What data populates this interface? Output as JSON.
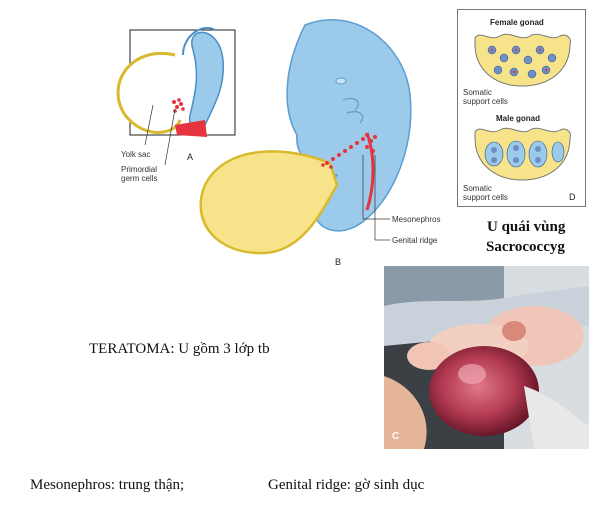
{
  "figure": {
    "labels": {
      "yolk_sac": "Yolk sac",
      "primordial_germ_cells": [
        "Primordial",
        "germ cells"
      ],
      "panel_a": "A",
      "panel_b": "B",
      "mesonephros": "Mesonephros",
      "genital_ridge": "Genital ridge"
    },
    "gonads": {
      "female_title": "Female gonad",
      "male_title": "Male gonad",
      "somatic_female": [
        "Somatic",
        "support cells"
      ],
      "somatic_male": [
        "Somatic",
        "support cells"
      ],
      "panel_d": "D"
    }
  },
  "heading": {
    "line1": "U quái vùng",
    "line2": "Sacrococcyg"
  },
  "photo": {
    "panel_c": "C"
  },
  "teratoma_text": "TERATOMA: U gồm 3 lớp tb",
  "footer": {
    "mesonephros_def": "Mesonephros: trung thận;",
    "genital_ridge_def": "Genital ridge: gờ sinh dục"
  },
  "colors": {
    "embryo_blue": "#9ccaea",
    "yolk_yellow": "#f7e48a",
    "germ_red": "#e5343f"
  }
}
